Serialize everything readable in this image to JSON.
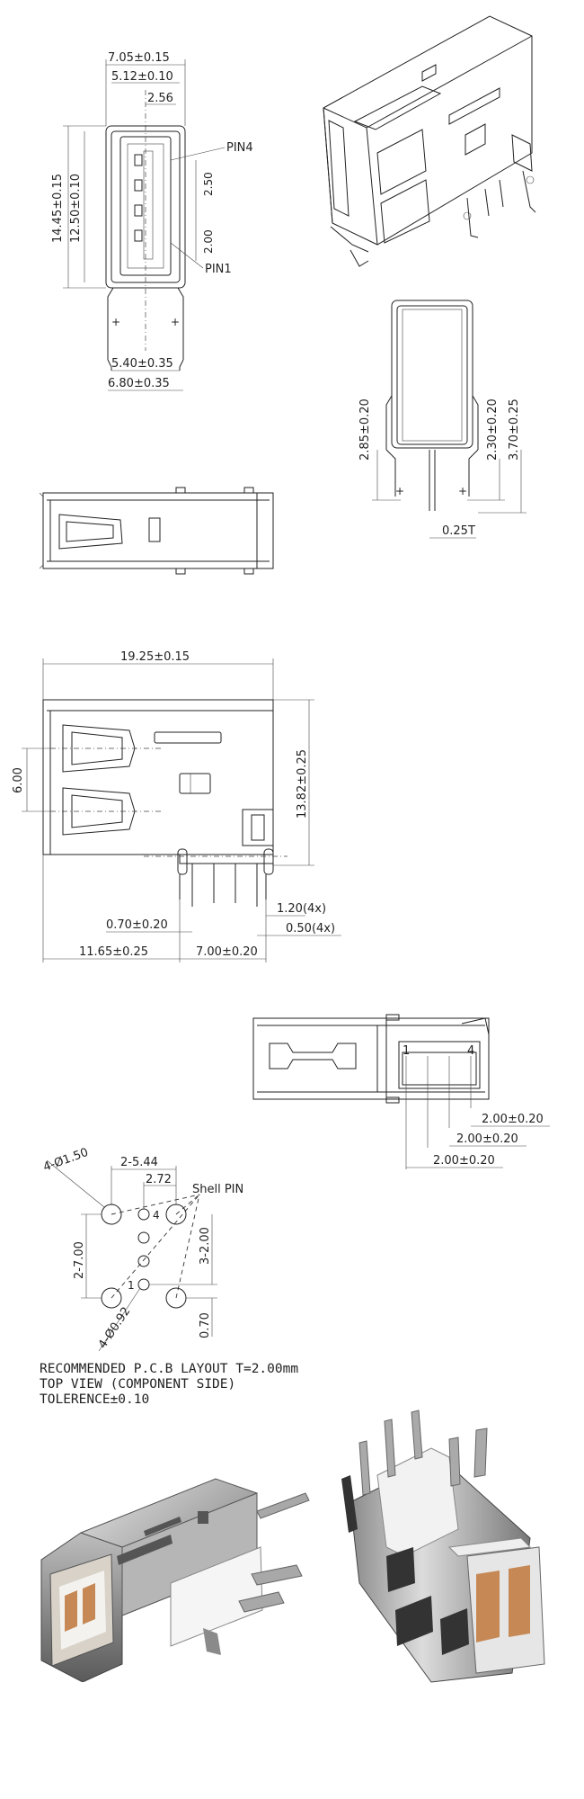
{
  "front_view": {
    "width_overall": "7.05±0.15",
    "width_inner": "5.12±0.10",
    "pin_offset": "2.56",
    "height_overall": "14.45±0.15",
    "height_inner": "12.50±0.10",
    "pitch_a": "2.50",
    "pitch_b": "2.00",
    "pin4_label": "PIN4",
    "pin1_label": "PIN1",
    "leg_inner": "5.40±0.35",
    "leg_outer": "6.80±0.35"
  },
  "end_view": {
    "left_height": "2.85±0.20",
    "right_height_a": "2.30±0.20",
    "right_height_b": "3.70±0.25",
    "thickness": "0.25T"
  },
  "side_view": {
    "length": "19.25±0.15",
    "height": "13.82±0.25",
    "port_spacing": "6.00",
    "pin_width_a": "1.20(4x)",
    "pin_width_b": "0.50(4x)",
    "pin_offset": "0.70±0.20",
    "body_length": "11.65±0.25",
    "pin_span": "7.00±0.20"
  },
  "bottom_view": {
    "pin_1": "1",
    "pin_4": "4",
    "pitch_1": "2.00±0.20",
    "pitch_2": "2.00±0.20",
    "pitch_3": "2.00±0.20"
  },
  "pcb_layout": {
    "shell_hole": "4-Ø1.50",
    "shell_pitch": "2-5.44",
    "pitch_small": "2.72",
    "shell_pin_label": "Shell PIN",
    "vertical_pitch": "2-7.00",
    "pin_pitch": "3-2.00",
    "offset": "0.70",
    "pin_hole": "4-Ø0.92",
    "pin_4": "4",
    "pin_1": "1"
  },
  "notes": {
    "line1": "RECOMMENDED P.C.B LAYOUT T=2.00mm",
    "line2": "TOP VIEW (COMPONENT SIDE)",
    "line3": "TOLERENCE±0.10"
  }
}
